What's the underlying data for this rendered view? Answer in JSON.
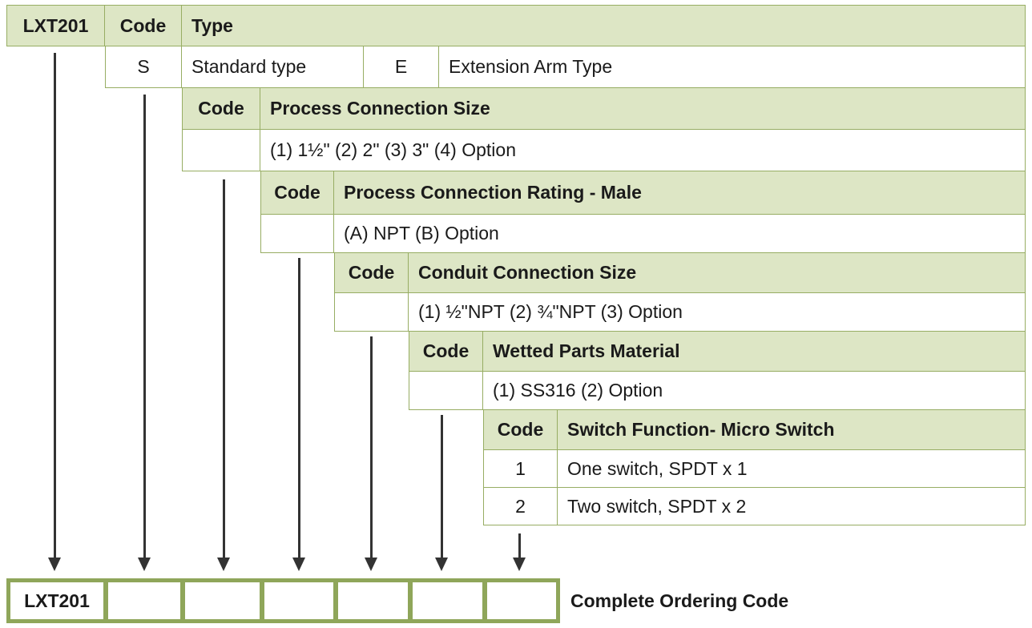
{
  "colors": {
    "header_fill": "#dde6c5",
    "border": "#97ad63",
    "ordering_border": "#8fa65a",
    "arrow": "#333333"
  },
  "model": "LXT201",
  "type_block": {
    "code_header": "Code",
    "title": "Type",
    "options": [
      {
        "code": "S",
        "label": "Standard type"
      },
      {
        "code": "E",
        "label": "Extension Arm Type"
      }
    ]
  },
  "process_connection_size": {
    "code_header": "Code",
    "title": "Process Connection Size",
    "options_text": "(1) 1½\"  (2) 2\"  (3) 3\"  (4) Option"
  },
  "process_connection_rating": {
    "code_header": "Code",
    "title": "Process Connection Rating - Male",
    "options_text": "(A) NPT  (B) Option"
  },
  "conduit_connection_size": {
    "code_header": "Code",
    "title": "Conduit Connection Size",
    "options_text": "(1) ½\"NPT  (2) ¾\"NPT   (3) Option"
  },
  "wetted_parts_material": {
    "code_header": "Code",
    "title": "Wetted Parts Material",
    "options_text": "(1) SS316  (2) Option"
  },
  "switch_function": {
    "code_header": "Code",
    "title": "Switch Function- Micro Switch",
    "options": [
      {
        "code": "1",
        "label": "One switch, SPDT x 1"
      },
      {
        "code": "2",
        "label": "Two switch, SPDT x 2"
      }
    ]
  },
  "ordering": {
    "first_box": "LXT201",
    "label": "Complete Ordering Code"
  }
}
